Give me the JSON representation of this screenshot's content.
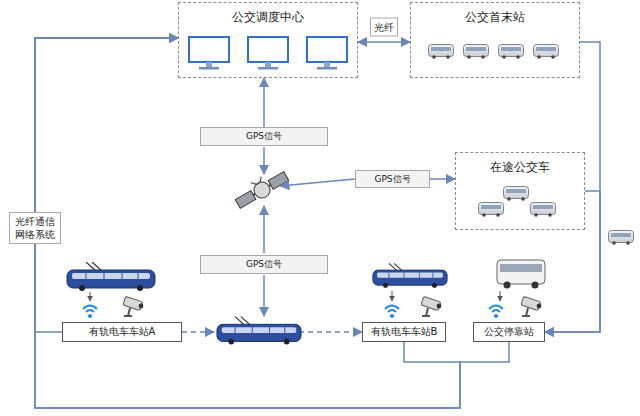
{
  "diagram": {
    "nodes": [
      {
        "text": [
          "公交调度中心"
        ]
      },
      {
        "text": [
          "公交首末站"
        ]
      },
      {
        "text": [
          "GPS信号"
        ]
      },
      {
        "text": [
          "GPS信号"
        ]
      },
      {
        "text": [
          "在途公交车"
        ]
      },
      {
        "text": [
          "GPS信号"
        ]
      },
      {
        "text": [
          "有轨电车车站A"
        ]
      },
      {
        "text": [
          "有轨电车车站B"
        ]
      },
      {
        "text": [
          "公交停靠站"
        ]
      }
    ],
    "edges": [
      {
        "from": 0,
        "to": 1,
        "arrow": "both",
        "label": "光纤"
      },
      {
        "from": 2,
        "to": 0,
        "arrow": "to"
      },
      {
        "from": 3,
        "to": 4,
        "arrow": "to"
      },
      {
        "from": 6,
        "to": 0,
        "arrow": "to",
        "label": "光纤通信网络系统"
      },
      {
        "from": 7,
        "to": 0,
        "arrow": "to"
      },
      {
        "from": 8,
        "to": 0,
        "arrow": "to"
      },
      {
        "from": 1,
        "to": 8,
        "arrow": "to"
      },
      {
        "from": 4,
        "to": 8,
        "arrow": "to"
      },
      {
        "from": 6,
        "to": 7,
        "arrow": "to"
      }
    ]
  }
}
